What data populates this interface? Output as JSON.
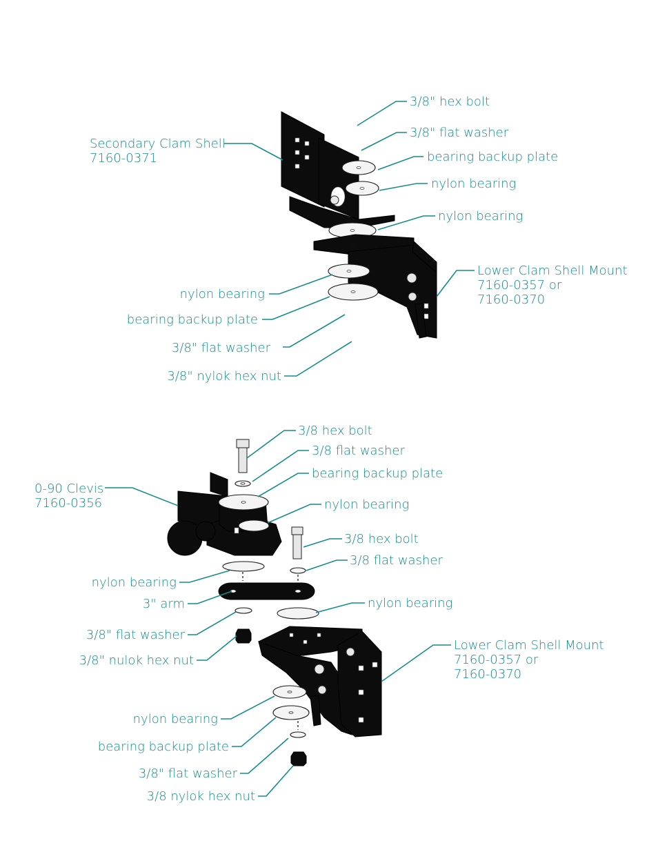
{
  "colors": {
    "label": "#138c8c",
    "part": "#0c0c0c"
  },
  "upper_assembly": {
    "hex_bolt": "3/8\" hex bolt",
    "flat_washer_top": "3/8\" flat washer",
    "backup_plate_top": "bearing backup plate",
    "nylon_bearing_1": "nylon bearing",
    "nylon_bearing_2": "nylon bearing",
    "secondary_clam_line1": "Secondary Clam Shell",
    "secondary_clam_line2": "7160-0371",
    "lower_clam_line1": "Lower Clam Shell Mount",
    "lower_clam_line2": "7160-0357 or",
    "lower_clam_line3": "7160-0370",
    "nylon_bearing_3": "nylon bearing",
    "backup_plate_bottom": "bearing backup plate",
    "flat_washer_bottom": "3/8\" flat washer",
    "nylok_nut": "3/8\" nylok hex nut"
  },
  "lower_assembly": {
    "hex_bolt_1": "3/8 hex bolt",
    "flat_washer_1": "3/8 flat washer",
    "backup_plate_1": "bearing backup plate",
    "nylon_bearing_1": "nylon bearing",
    "clevis_line1": "0-90 Clevis",
    "clevis_line2": "7160-0356",
    "hex_bolt_2": "3/8 hex bolt",
    "flat_washer_2": "3/8 flat washer",
    "nylon_bearing_2": "nylon bearing",
    "arm": "3\" arm",
    "nylon_bearing_3": "nylon bearing",
    "flat_washer_3": "3/8\" flat washer",
    "nulok_nut": "3/8\" nulok hex nut",
    "lower_clam_line1": "Lower Clam Shell Mount",
    "lower_clam_line2": "7160-0357 or",
    "lower_clam_line3": "7160-0370",
    "nylon_bearing_4": "nylon bearing",
    "backup_plate_2": "bearing backup plate",
    "flat_washer_4": "3/8\" flat washer",
    "nylok_nut": "3/8 nylok hex nut"
  }
}
